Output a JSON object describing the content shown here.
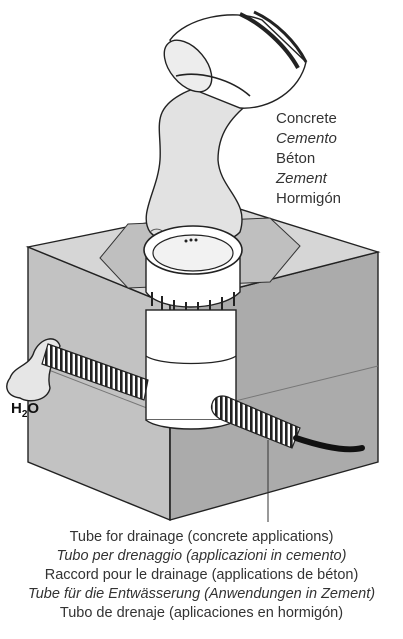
{
  "labels": {
    "concrete": [
      "Concrete",
      "Cemento",
      "Béton",
      "Zement",
      "Hormigón"
    ],
    "water": {
      "main": "H",
      "sub": "2",
      "tail": "O"
    }
  },
  "caption": [
    "Tube for drainage (concrete applications)",
    "Tubo per drenaggio (applicazioni in cemento)",
    "Raccord pour le drainage (applications de béton)",
    "Tube für die Entwässerung (Anwendungen in Zement)",
    "Tubo de drenaje (aplicaciones en hormigón)"
  ],
  "colors": {
    "outline": "#222222",
    "block_top": "#d6d6d6",
    "block_left": "#bdbdbd",
    "block_right": "#a9a9a9",
    "concrete_pour": "#e2e2e2",
    "pipe": "#ffffff",
    "text": "#333333"
  }
}
